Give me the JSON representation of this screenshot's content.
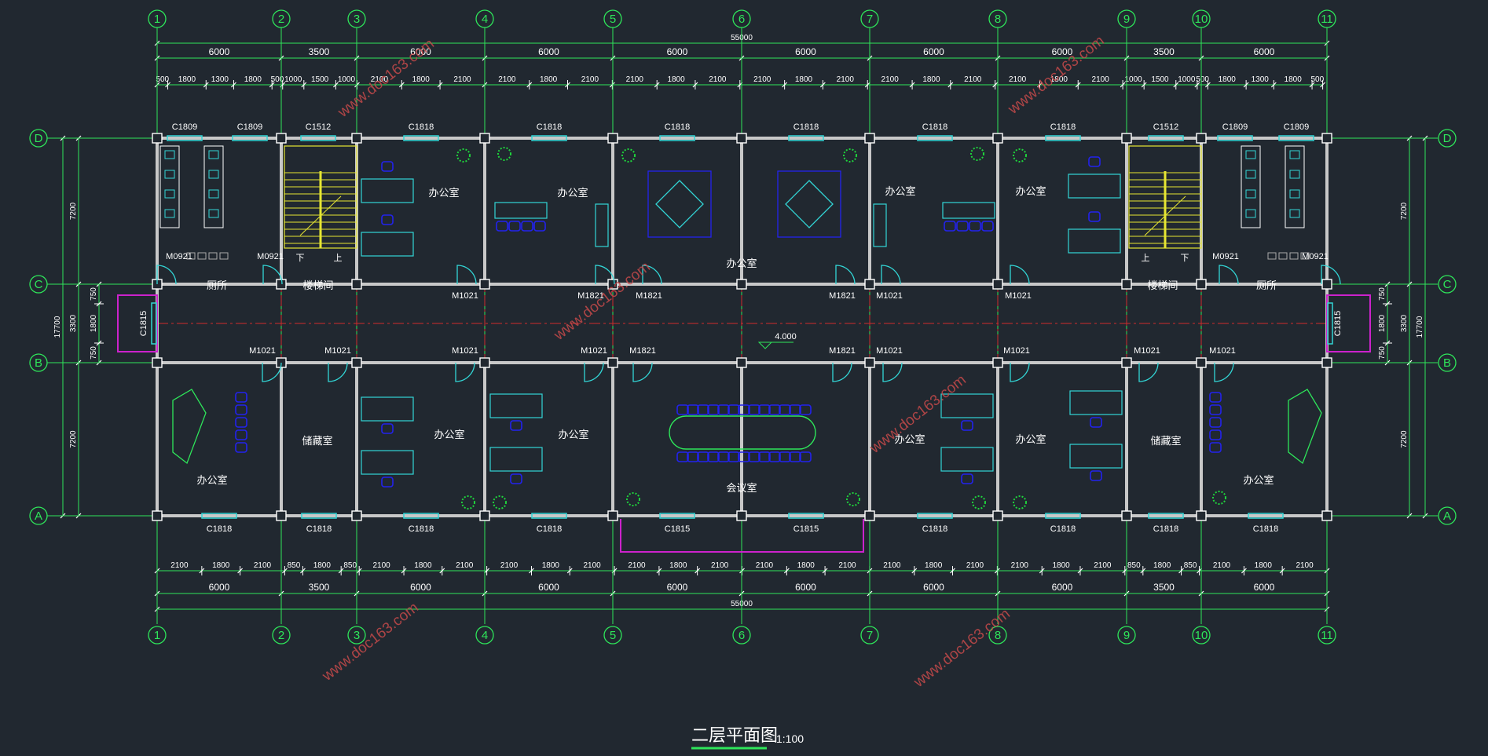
{
  "title": "二层平面图",
  "scale": "1:100",
  "level": "4.000",
  "colors": {
    "background": "#212830",
    "wall": "#c8c8c8",
    "axis": "#d02c2c",
    "dimension": "#2ee65a",
    "furniture": "#2222ee",
    "window": "#32d6d6",
    "stair": "#e6e632",
    "accent": "#cc22cc",
    "plant": "#1fd43c"
  },
  "grid_columns": [
    "1",
    "2",
    "3",
    "4",
    "5",
    "6",
    "7",
    "8",
    "9",
    "10",
    "11"
  ],
  "grid_rows": [
    "D",
    "C",
    "B",
    "A"
  ],
  "top_dims": {
    "total": "55000",
    "bays": [
      "6000",
      "3500",
      "6000",
      "6000",
      "6000",
      "6000",
      "6000",
      "6000",
      "3500",
      "6000"
    ],
    "details": [
      "500",
      "1800",
      "1300",
      "1800",
      "500",
      "1000",
      "1500",
      "1000",
      "2100",
      "1800",
      "2100",
      "2100",
      "1800",
      "2100",
      "2100",
      "1800",
      "2100",
      "2100",
      "1800",
      "2100",
      "2100",
      "1800",
      "2100",
      "2100",
      "1800",
      "2100",
      "1000",
      "1500",
      "1000",
      "500",
      "1800",
      "1300",
      "1800",
      "500"
    ]
  },
  "bottom_dims": {
    "total": "55000",
    "bays": [
      "6000",
      "3500",
      "6000",
      "6000",
      "6000",
      "6000",
      "6000",
      "6000",
      "3500",
      "6000"
    ],
    "details": [
      "2100",
      "1800",
      "2100",
      "850",
      "1800",
      "850",
      "2100",
      "1800",
      "2100",
      "2100",
      "1800",
      "2100",
      "2100",
      "1800",
      "2100",
      "2100",
      "1800",
      "2100",
      "2100",
      "1800",
      "2100",
      "2100",
      "1800",
      "2100",
      "850",
      "1800",
      "850",
      "2100",
      "1800",
      "2100"
    ]
  },
  "side_dims": {
    "rows": [
      "7200",
      "3300",
      "7200"
    ],
    "total": "17700",
    "corridor": [
      "750",
      "1800",
      "750"
    ]
  },
  "windows_top": [
    "C1809",
    "C1809",
    "C1512",
    "C1818",
    "C1818",
    "C1818",
    "C1818",
    "C1818",
    "C1818",
    "C1512",
    "C1809",
    "C1809"
  ],
  "windows_bottom": [
    "C1818",
    "C1818",
    "C1818",
    "C1818",
    "C1815",
    "C1815",
    "C1818",
    "C1818",
    "C1818",
    "C1818"
  ],
  "windows_side": [
    "C1815",
    "C1815"
  ],
  "doors_upper": [
    "M0921",
    "M0921",
    "M1021",
    "M1821",
    "M1821",
    "M1821",
    "M1021",
    "M1021",
    "M0921",
    "M0921"
  ],
  "doors_lower": [
    "M1021",
    "M1021",
    "M1021",
    "M1021",
    "M1821",
    "M1821",
    "M1021",
    "M1021",
    "M1021",
    "M1021"
  ],
  "rooms_upper": [
    "厕所",
    "楼梯间",
    "办公室",
    "办公室",
    "办公室",
    "办公室",
    "办公室",
    "楼梯间",
    "厕所"
  ],
  "rooms_lower": [
    "办公室",
    "储藏室",
    "办公室",
    "办公室",
    "会议室",
    "办公室",
    "办公室",
    "储藏室",
    "办公室"
  ],
  "stair_labels": [
    "下",
    "上",
    "上",
    "下"
  ],
  "watermark": "www.doc163.com"
}
